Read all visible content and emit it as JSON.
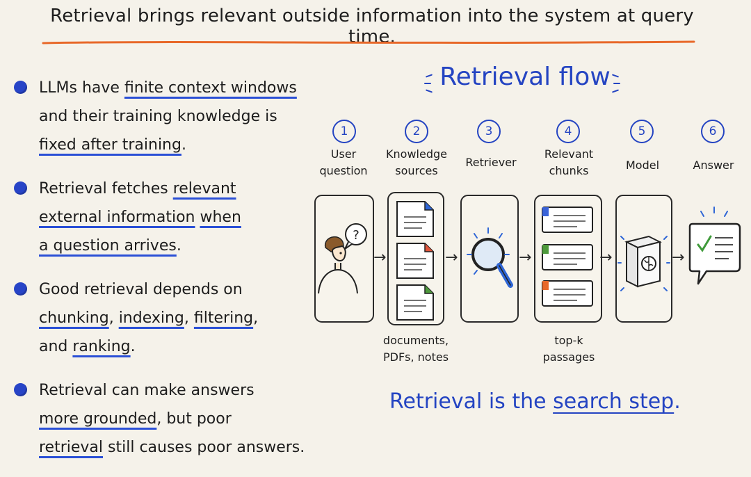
{
  "title": "Retrieval brings relevant outside information into the system at query time.",
  "bullets": [
    {
      "lines": [
        [
          {
            "t": "LLMs have "
          },
          {
            "t": "finite context windows",
            "u": true
          }
        ],
        [
          {
            "t": "and their training knowledge is"
          }
        ],
        [
          {
            "t": "fixed after training",
            "u": true
          },
          {
            "t": "."
          }
        ]
      ]
    },
    {
      "lines": [
        [
          {
            "t": "Retrieval fetches "
          },
          {
            "t": "relevant",
            "u": true
          }
        ],
        [
          {
            "t": "external information",
            "u": true
          },
          {
            "t": " "
          },
          {
            "t": "when",
            "u": true
          }
        ],
        [
          {
            "t": "a question arrives",
            "u": true
          },
          {
            "t": "."
          }
        ]
      ]
    },
    {
      "lines": [
        [
          {
            "t": "Good retrieval depends on"
          }
        ],
        [
          {
            "t": "chunking",
            "u": true
          },
          {
            "t": ", "
          },
          {
            "t": "indexing",
            "u": true
          },
          {
            "t": ", "
          },
          {
            "t": "filtering",
            "u": true
          },
          {
            "t": ","
          }
        ],
        [
          {
            "t": "and "
          },
          {
            "t": "ranking",
            "u": true
          },
          {
            "t": "."
          }
        ]
      ]
    },
    {
      "lines": [
        [
          {
            "t": "Retrieval can make answers"
          }
        ],
        [
          {
            "t": "more grounded",
            "u": true
          },
          {
            "t": ", but poor"
          }
        ],
        [
          {
            "t": "retrieval",
            "u": true
          },
          {
            "t": " still causes poor answers."
          }
        ]
      ]
    }
  ],
  "flow": {
    "title": "Retrieval flow",
    "steps": [
      {
        "num": "1",
        "label": "User\nquestion",
        "icon": "person-question-icon"
      },
      {
        "num": "2",
        "label": "Knowledge\nsources",
        "icon": "documents-icon"
      },
      {
        "num": "3",
        "label": "Retriever",
        "icon": "magnifier-icon"
      },
      {
        "num": "4",
        "label": "Relevant\nchunks",
        "icon": "chunks-icon"
      },
      {
        "num": "5",
        "label": "Model",
        "icon": "brain-box-icon"
      },
      {
        "num": "6",
        "label": "Answer",
        "icon": "answer-bubble-icon"
      }
    ],
    "captions": {
      "sources": "documents,\nPDFs, notes",
      "chunks": "top-k\npassages"
    }
  },
  "footer": {
    "prefix": "Retrieval is the ",
    "highlight": "search step",
    "suffix": "."
  },
  "colors": {
    "accent_blue": "#2444c2",
    "title_underline": "#e8692a",
    "chunk_blue": "#3a63d8",
    "chunk_green": "#4e9a3c",
    "chunk_orange": "#e8692a",
    "check_green": "#3f9a3a",
    "background": "#f5f2ea"
  }
}
